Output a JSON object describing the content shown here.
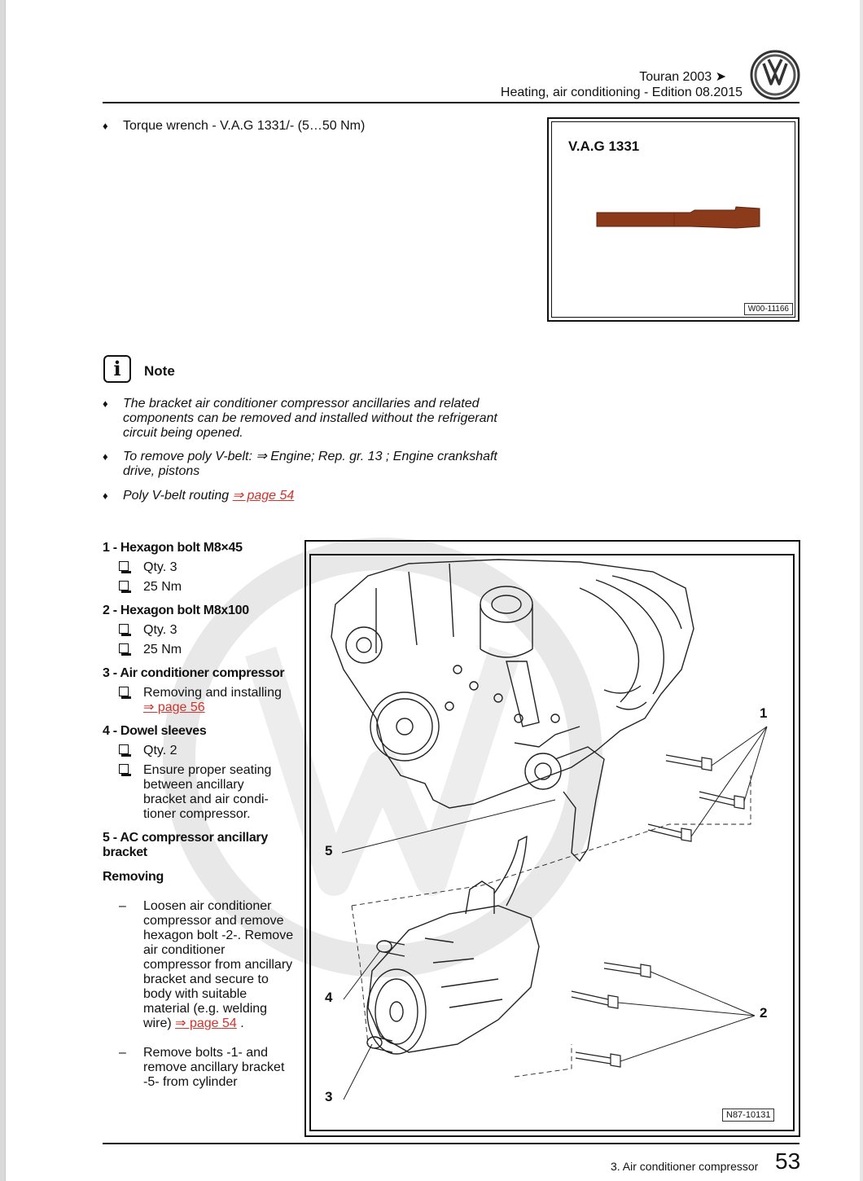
{
  "header": {
    "model": "Touran 2003 ➤",
    "subtitle": "Heating, air conditioning - Edition 08.2015",
    "logo": "vw-logo"
  },
  "tool": {
    "bullet": "♦",
    "text": "Torque wrench - V.A.G 1331/- (5…50 Nm)",
    "figure_title": "V.A.G 1331",
    "figure_code": "W00-11166"
  },
  "note": {
    "icon": "i",
    "label": "Note",
    "items": [
      {
        "bullet": "♦",
        "text": "The bracket air conditioner compressor ancillaries and related components can be removed and installed without the refrig­erant circuit being opened."
      },
      {
        "bullet": "♦",
        "text": "To remove poly V-belt: ⇒ Engine; Rep. gr.  13 ; Engine crank­shaft drive, pistons"
      },
      {
        "bullet": "♦",
        "text": "Poly V-belt routing",
        "link": "⇒ page 54"
      }
    ]
  },
  "legend": {
    "item1": {
      "title": "1 - Hexagon bolt M8×45",
      "subs": [
        "Qty. 3",
        "25 Nm"
      ]
    },
    "item2": {
      "title": "2 - Hexagon bolt M8x100",
      "subs": [
        "Qty. 3",
        "25 Nm"
      ]
    },
    "item3": {
      "title": "3 - Air conditioner compressor",
      "sub": "Removing and installing",
      "link": "⇒ page 56"
    },
    "item4": {
      "title": "4 - Dowel sleeves",
      "subs": [
        "Qty. 2",
        "Ensure proper seating between ancillary bracket and air condi­tioner compressor."
      ]
    },
    "item5": {
      "title": "5 - AC compressor ancillary bracket"
    },
    "removing": "Removing",
    "steps": [
      {
        "dash": "–",
        "text": "Loosen air conditioner compressor and re­move hexagon bolt -2-. Remove air conditioner compressor from ancil­lary bracket and secure to body with suitable material (e.g. welding wire)",
        "link": "⇒ page 54",
        "end": "."
      },
      {
        "dash": "–",
        "text": "Remove bolts -1- and remove ancillary brack­et -5- from cylinder"
      }
    ]
  },
  "figure": {
    "code": "N87-10131",
    "callouts": [
      "1",
      "2",
      "3",
      "4",
      "5"
    ]
  },
  "footer": {
    "section": "3. Air conditioner compressor",
    "page": "53"
  },
  "colors": {
    "link": "#d0342c",
    "tool": "#8b3a1a"
  }
}
